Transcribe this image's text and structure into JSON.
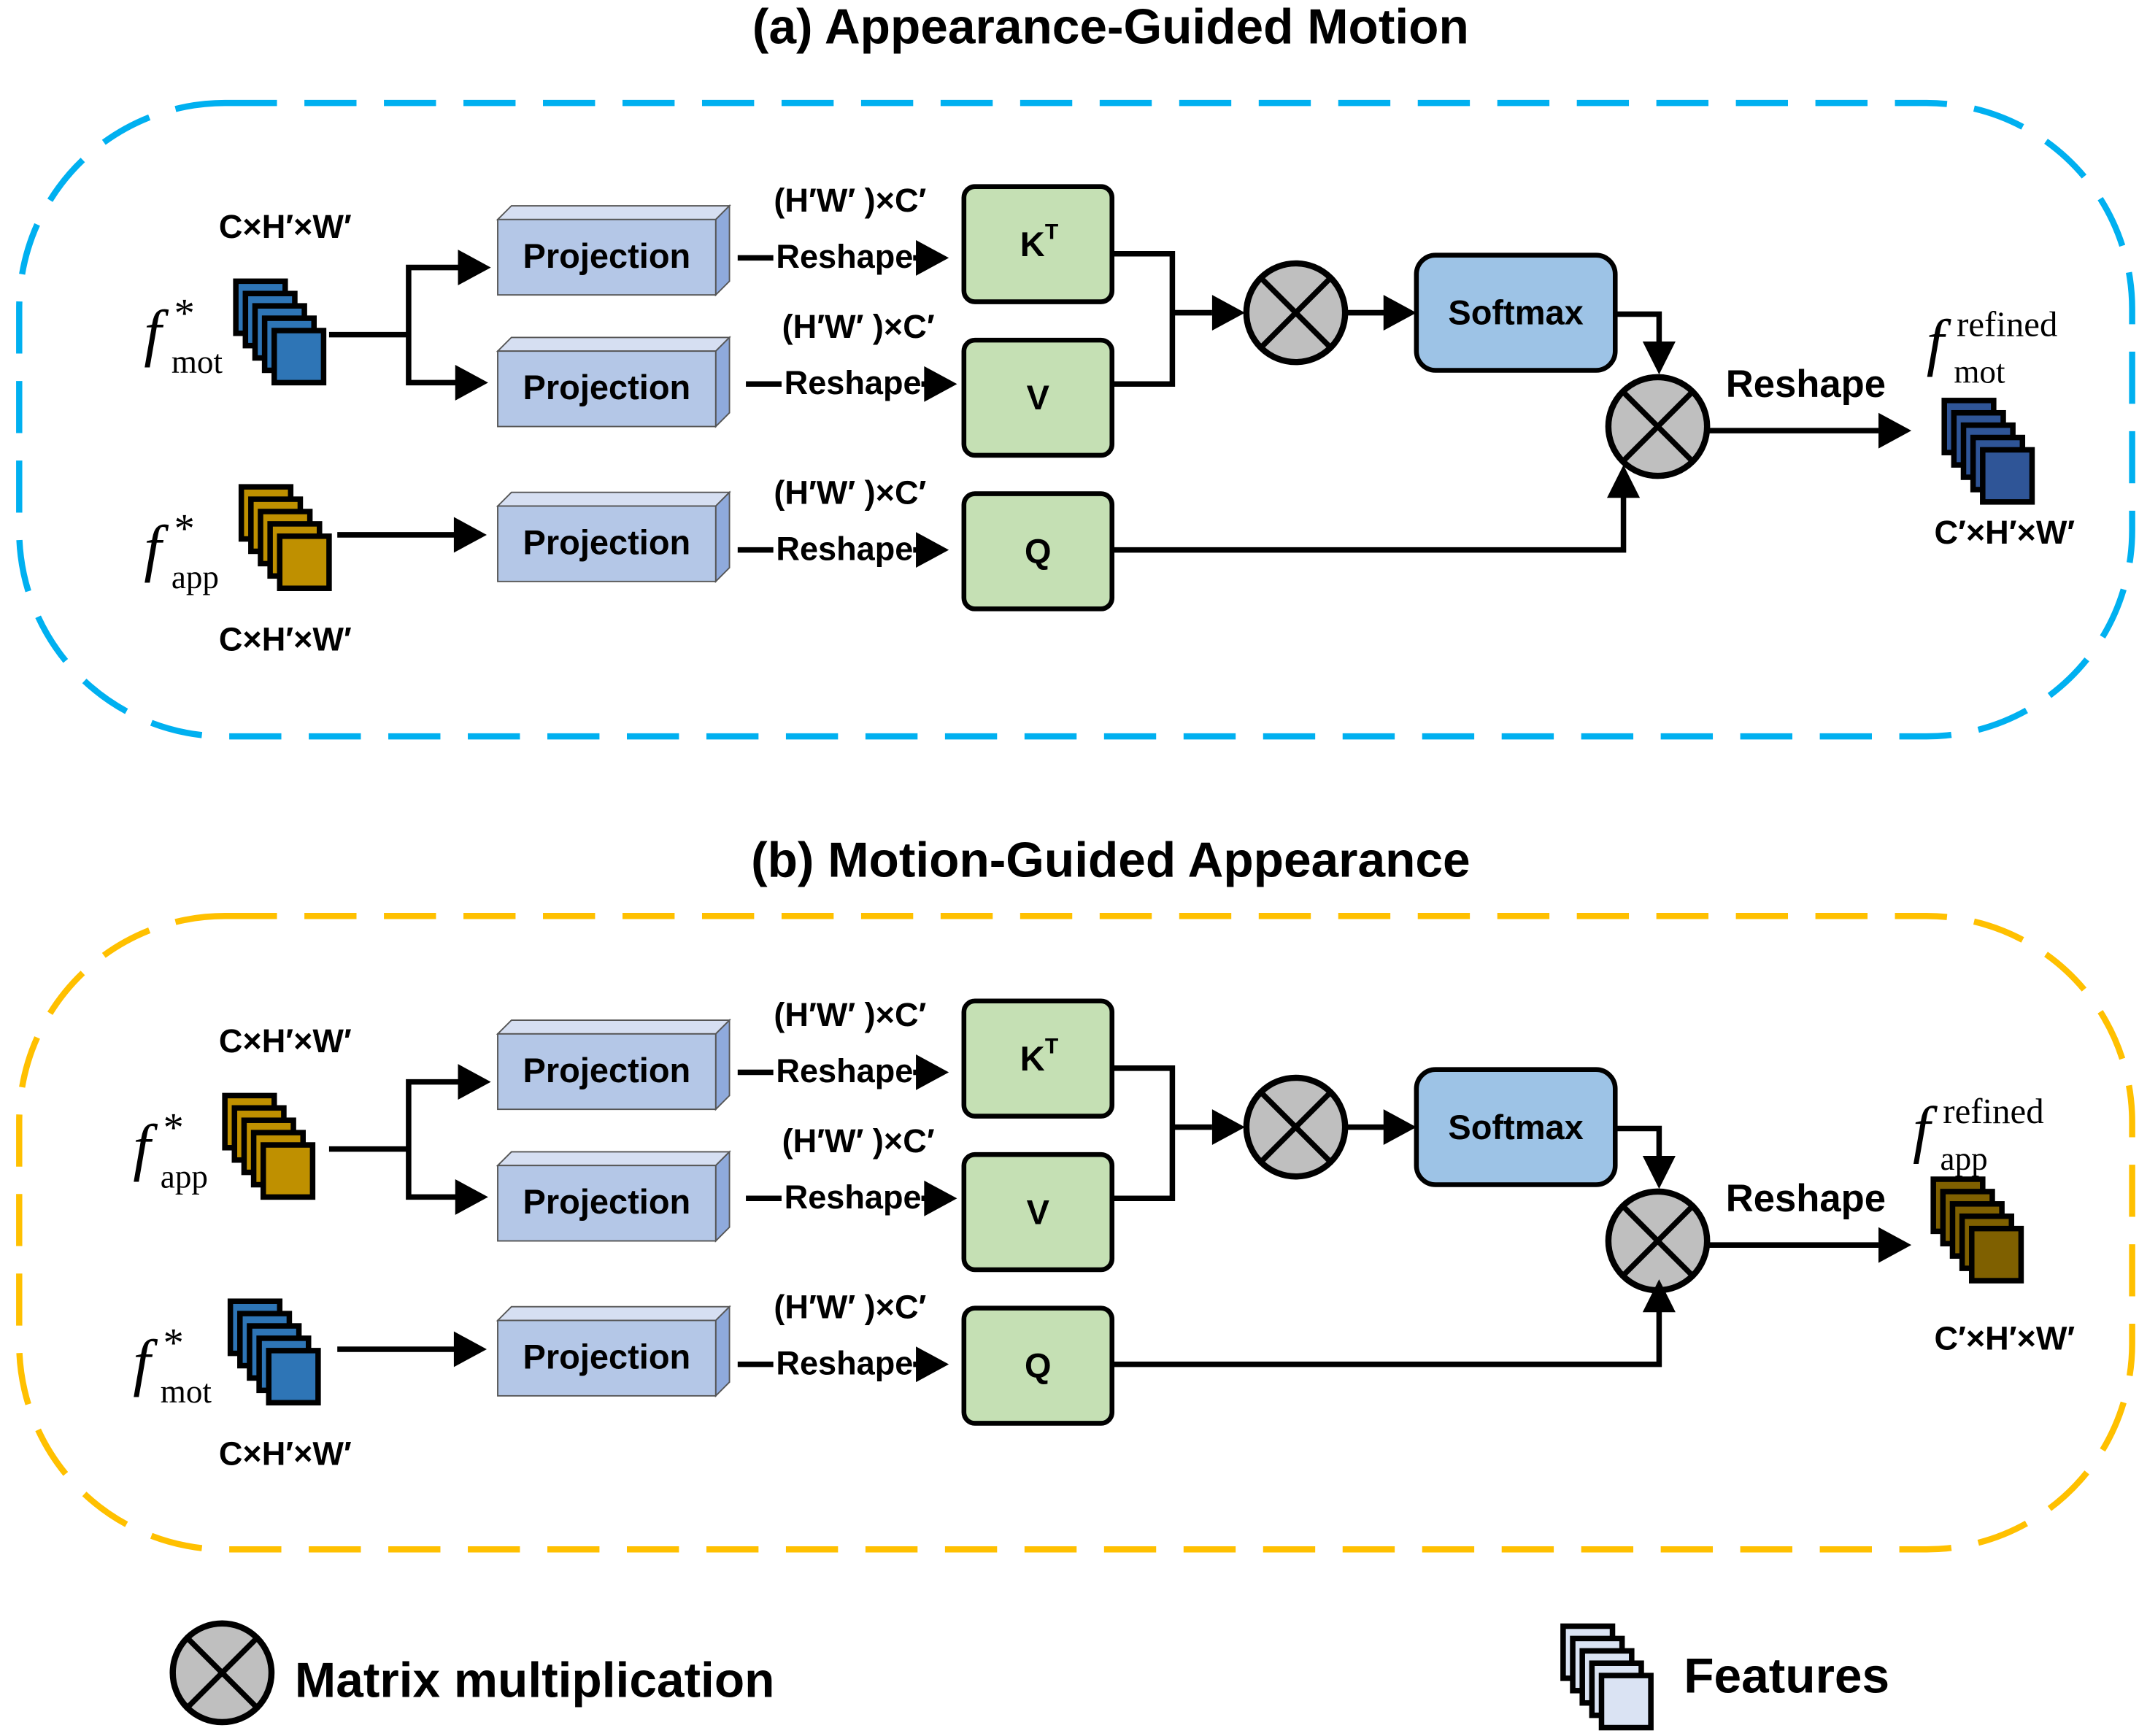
{
  "panels": [
    {
      "title": "(a)  Appearance-Guided Motion",
      "border_color": "#00B0F0",
      "input_top": {
        "symbol": "f",
        "sup": "*",
        "sub": "mot",
        "dims": "C×H′×W′",
        "color": "#2E75B6"
      },
      "input_bottom": {
        "symbol": "f",
        "sup": "*",
        "sub": "app",
        "dims": "C×H′×W′",
        "color": "#BF9000"
      },
      "projection_label": "Projection",
      "shape_label": "(H′W′ )×C′",
      "reshape_label": "Reshape",
      "k_label": "K",
      "k_sup": "T",
      "v_label": "V",
      "q_label": "Q",
      "softmax_label": "Softmax",
      "output": {
        "symbol": "f",
        "sup": "refined",
        "sub": "mot",
        "dims": "C′×H′×W′",
        "color": "#2F5597"
      },
      "output_reshape_label": "Reshape"
    },
    {
      "title": "(b)  Motion-Guided Appearance",
      "border_color": "#FFC000",
      "input_top": {
        "symbol": "f",
        "sup": "*",
        "sub": "app",
        "dims": "C×H′×W′",
        "color": "#BF9000"
      },
      "input_bottom": {
        "symbol": "f",
        "sup": "*",
        "sub": "mot",
        "dims": "C×H′×W′",
        "color": "#2E75B6"
      },
      "projection_label": "Projection",
      "shape_label": "(H′W′ )×C′",
      "reshape_label": "Reshape",
      "k_label": "K",
      "k_sup": "T",
      "v_label": "V",
      "q_label": "Q",
      "softmax_label": "Softmax",
      "output": {
        "symbol": "f",
        "sup": "refined",
        "sub": "app",
        "dims": "C′×H′×W′",
        "color": "#7F6000"
      },
      "output_reshape_label": "Reshape"
    }
  ],
  "legend": {
    "matmul_label": "Matrix multiplication",
    "features_label": "Features",
    "features_color": "#DAE3F3"
  },
  "colors": {
    "projection_front": "#B4C7E7",
    "projection_top": "#D6DFF2",
    "projection_side": "#8FAADC",
    "qkv_fill": "#C5E0B4",
    "softmax_fill": "#9DC3E6",
    "matmul_fill": "#BFBFBF"
  }
}
